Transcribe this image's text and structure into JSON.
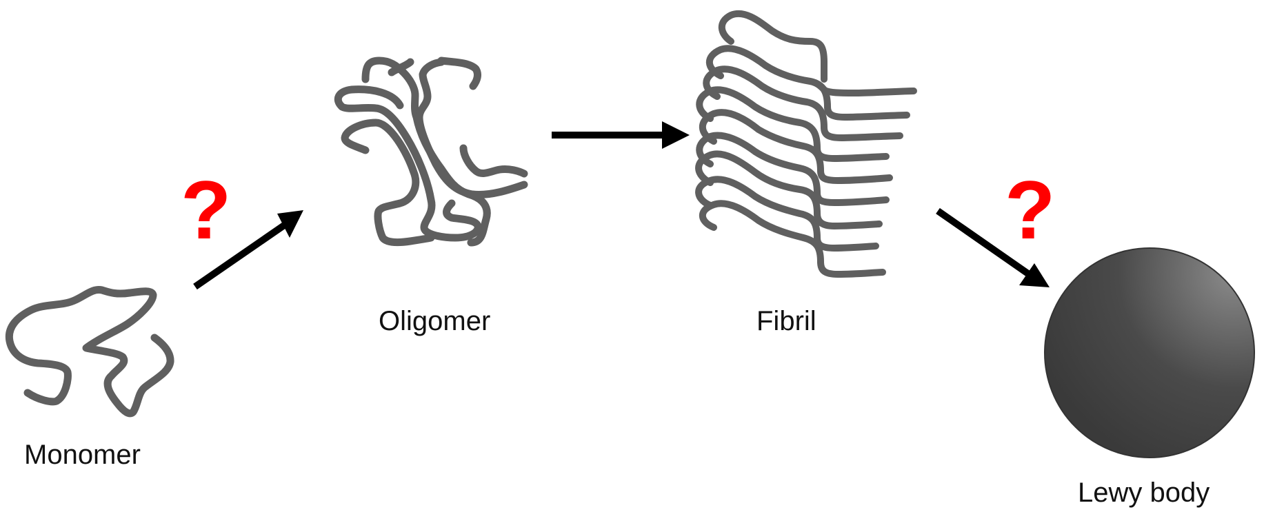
{
  "stages": {
    "monomer": "Monomer",
    "oligomer": "Oligomer",
    "fibril": "Fibril",
    "lewy_body": "Lewy body"
  },
  "uncertain_steps": {
    "monomer_to_oligomer": "?",
    "fibril_to_lewy_body": "?"
  },
  "colors": {
    "strand": "#5f5f5f",
    "arrow": "#000000",
    "question": "#ff0000",
    "sphere_light": "#8a8a8a",
    "sphere_dark": "#3a3a3a"
  }
}
